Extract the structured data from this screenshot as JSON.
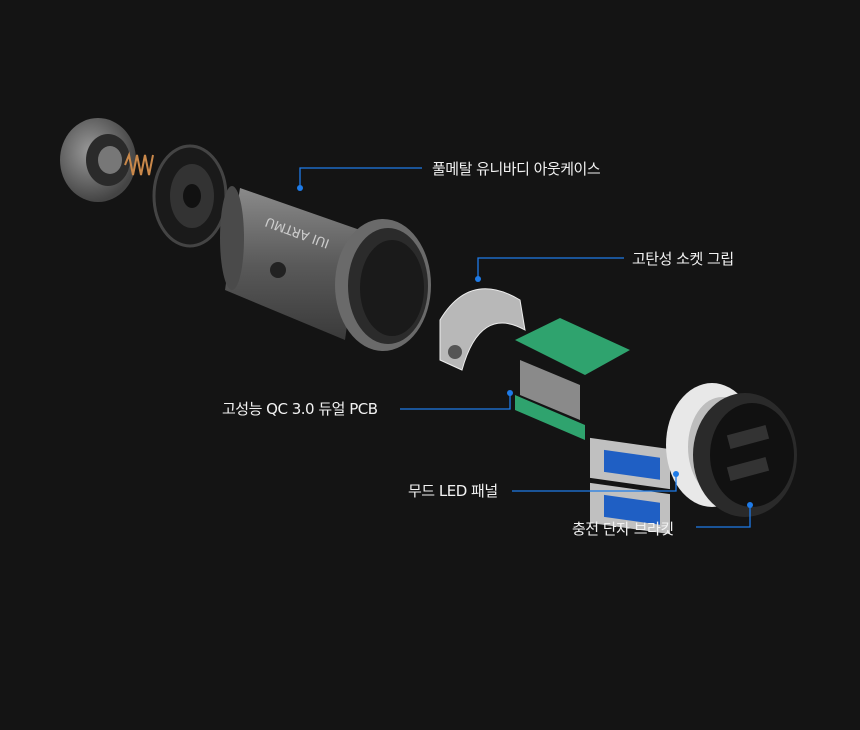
{
  "colors": {
    "background": "#141414",
    "leader_line": "#1e7be8",
    "label_text": "#f2f2f2"
  },
  "product_logo": "IUI ARTMU",
  "callouts": [
    {
      "label": "풀메탈 유니바디 아웃케이스"
    },
    {
      "label": "고탄성 소켓 그립"
    },
    {
      "label": "고성능 QC 3.0 듀얼 PCB"
    },
    {
      "label": "무드 LED 패널"
    },
    {
      "label": "충전 단자 브라킷"
    }
  ]
}
